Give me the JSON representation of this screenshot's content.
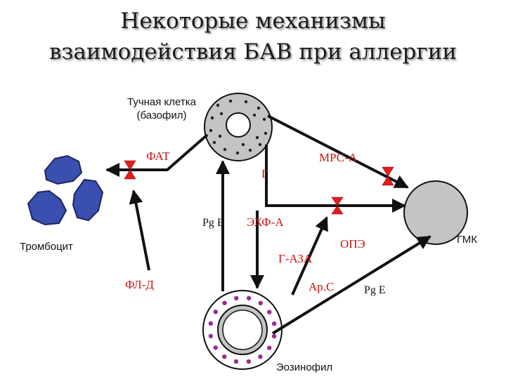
{
  "title": {
    "line1": "Некоторые механизмы",
    "line2": "взаимодействия БАВ при аллергии"
  },
  "nodes": {
    "mast_cell_line1": "Тучная клетка",
    "mast_cell_line2": "(базофил)",
    "platelet": "Тромбоцит",
    "smooth_muscle": "ГМК",
    "eosinophil": "Эозинофил"
  },
  "mediators": {
    "fat": "ФАТ",
    "mrs_a": "МРС-А",
    "histamine": "Г",
    "pg_e_left": "Pg E",
    "ehf_a": "ЭХФ-А",
    "ope": "ОПЭ",
    "g_aza": "Г-АЗА",
    "fl_d": "ФЛ-Д",
    "ar_c": "Ар.С",
    "pg_e_right": "Pg E"
  },
  "colors": {
    "mediator_text": "#cc1111",
    "platelet_fill": "#3a4faf",
    "cell_fill": "#c4c4c4",
    "granule_dark": "#222222",
    "granule_purple": "#9a2b8f"
  }
}
